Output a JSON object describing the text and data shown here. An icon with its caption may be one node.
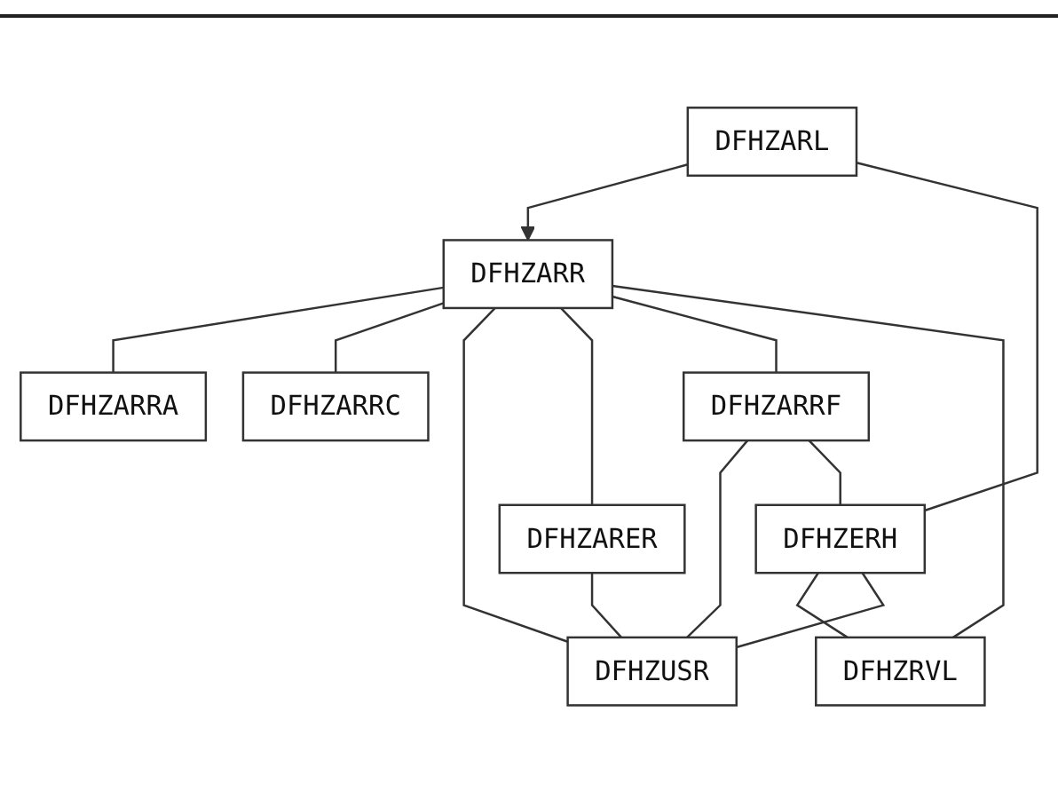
{
  "diagram": {
    "nodes": [
      {
        "text": [
          "DFHZARL"
        ]
      },
      {
        "text": [
          "DFHZARR"
        ]
      },
      {
        "text": [
          "DFHZARRA"
        ]
      },
      {
        "text": [
          "DFHZARRC"
        ]
      },
      {
        "text": [
          "DFHZARER"
        ]
      },
      {
        "text": [
          "DFHZARRF"
        ]
      },
      {
        "text": [
          "DFHZERH"
        ]
      },
      {
        "text": [
          "DFHZRVL"
        ]
      },
      {
        "text": [
          "DFHZUSR"
        ]
      }
    ],
    "edges": [
      {
        "from": 0,
        "to": 1,
        "arrow": "to"
      },
      {
        "from": 0,
        "to": 6,
        "arrow": "none"
      },
      {
        "from": 1,
        "to": 2,
        "arrow": "none"
      },
      {
        "from": 1,
        "to": 3,
        "arrow": "none"
      },
      {
        "from": 1,
        "to": 8,
        "arrow": "none"
      },
      {
        "from": 1,
        "to": 4,
        "arrow": "none"
      },
      {
        "from": 1,
        "to": 5,
        "arrow": "none"
      },
      {
        "from": 1,
        "to": 7,
        "arrow": "none"
      },
      {
        "from": 4,
        "to": 8,
        "arrow": "none"
      },
      {
        "from": 5,
        "to": 8,
        "arrow": "none"
      },
      {
        "from": 5,
        "to": 6,
        "arrow": "none"
      },
      {
        "from": 6,
        "to": 7,
        "arrow": "none"
      },
      {
        "from": 6,
        "to": 8,
        "arrow": "none"
      }
    ]
  }
}
